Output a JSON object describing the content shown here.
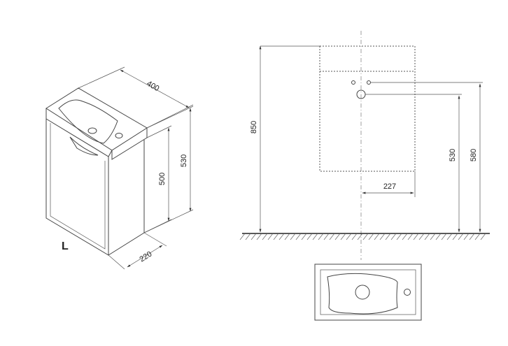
{
  "iso_view": {
    "variant_label": "L",
    "dims": {
      "width": "400",
      "depth": "220",
      "height_total": "530",
      "height_body": "500"
    }
  },
  "elevation_view": {
    "dims": {
      "total_height": "850",
      "drain_height": "530",
      "tap_height": "580",
      "drain_offset": "227"
    }
  },
  "colors": {
    "line": "#444444",
    "floor_hatch": "#666666",
    "background": "#ffffff"
  }
}
